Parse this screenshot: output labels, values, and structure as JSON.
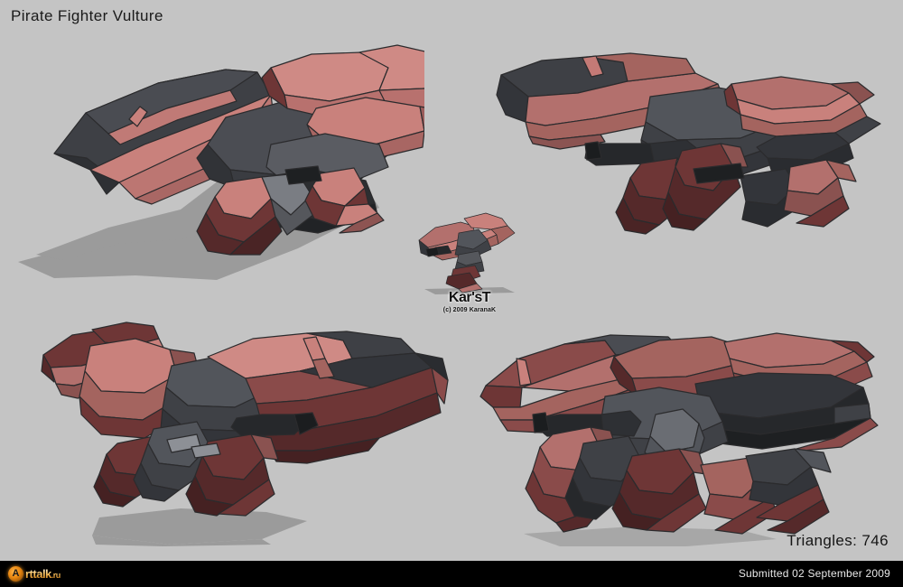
{
  "page": {
    "title": "Pirate Fighter Vulture",
    "triangles_label": "Triangles:  746",
    "triangle_count": "746",
    "background_color": "#c4c4c4",
    "shadow_color": "#9b9b9b"
  },
  "watermark": {
    "name": "Kar'sT",
    "copyright": "(c) 2009 KaranaK"
  },
  "footer": {
    "submitted": "Submitted 02 September 2009",
    "logo_mark": "A",
    "logo_text": "rttalk",
    "logo_domain": ".ru",
    "background_color": "#000000"
  },
  "palette": {
    "salmon_light": "#cf8a85",
    "salmon": "#c17a76",
    "red_mid": "#a65f5c",
    "red_dark": "#6e3636",
    "red_deep": "#55292a",
    "gray_light": "#8d9096",
    "gray_mid": "#5d6066",
    "gray_dark": "#3a3c41",
    "gray_black": "#26282b",
    "outline": "#2b2b2d"
  },
  "views": [
    {
      "id": "view-top-left",
      "name": "three-quarter-front-high-view",
      "position": "top-left"
    },
    {
      "id": "view-top-right",
      "name": "side-profile-view",
      "position": "top-right"
    },
    {
      "id": "view-center-thumb",
      "name": "small-scale-reference-view",
      "position": "center"
    },
    {
      "id": "view-bottom-left",
      "name": "rear-three-quarter-view",
      "position": "bottom-left"
    },
    {
      "id": "view-bottom-right",
      "name": "front-three-quarter-view",
      "position": "bottom-right"
    }
  ]
}
